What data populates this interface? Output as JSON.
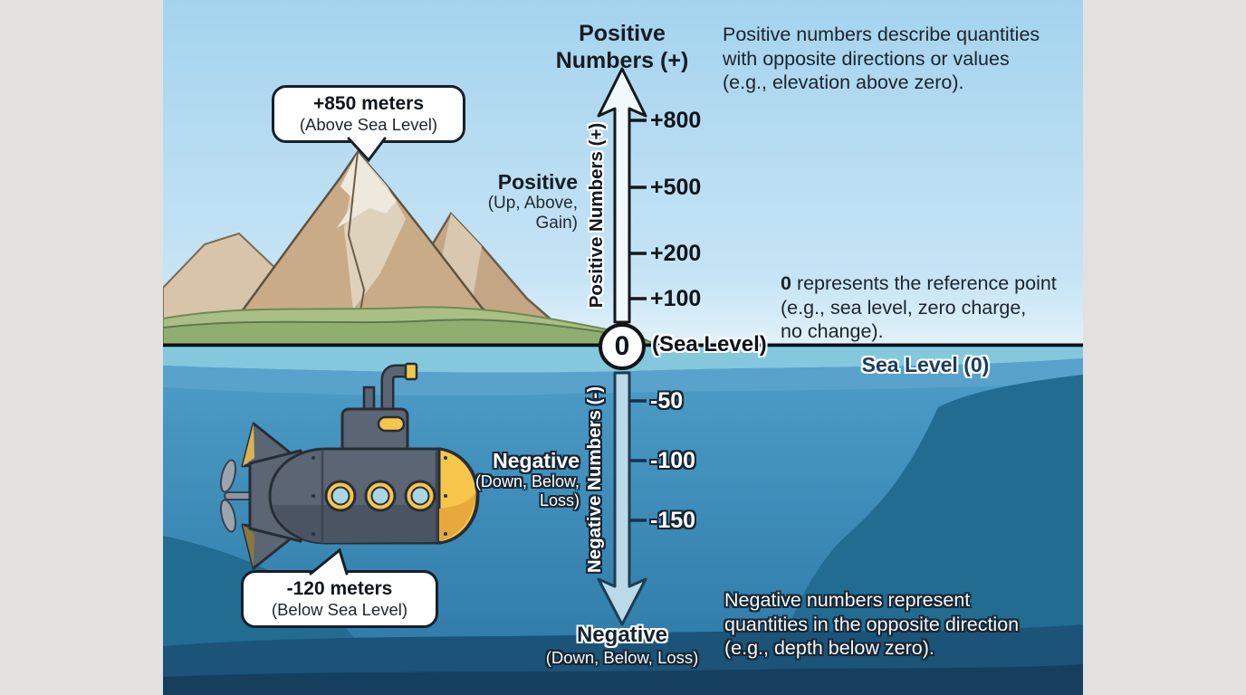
{
  "colors": {
    "frame_bg": "#e2e1e0",
    "sky_top": "#a4d3ee",
    "sky_bottom": "#eef6fb",
    "water_light_band": "#84c8de",
    "water_mid": "#3d8fbd",
    "water_deep": "#1b5379",
    "cliff": "#226c92",
    "arrow_positive_fill": "#f2f9fd",
    "arrow_negative_fill": "#bcd9e8",
    "ink": "#14181d",
    "submarine_body": "#5b6573",
    "submarine_accent": "#f6c64a",
    "mountain_tan": "#c9ab88",
    "mountain_green": "#8fae70"
  },
  "header": {
    "title": "Positive\nNumbers (+)"
  },
  "notes": {
    "positive": "Positive numbers describe quantities\nwith opposite directions or values\n(e.g., elevation above zero).",
    "zero_lead": "0",
    "zero_rest": " represents the reference point\n(e.g., sea level, zero charge,\nno change).",
    "negative": "Negative numbers represent\nquantities in the opposite direction\n(e.g., depth below zero)."
  },
  "callouts": {
    "mountain": {
      "value": "+850 meters",
      "caption": "(Above Sea Level)"
    },
    "submarine": {
      "value": "-120 meters",
      "caption": "(Below Sea Level)"
    }
  },
  "axis": {
    "positive_axis_label": "Positive Numbers (+)",
    "negative_axis_label": "Negative Numbers (-)",
    "zero": "0",
    "zero_caption": "(Sea Level)",
    "sea_level_caption": "Sea Level (0)",
    "positive_ticks": [
      "+800",
      "+500",
      "+200",
      "+100"
    ],
    "negative_ticks": [
      "-50",
      "-100",
      "-150"
    ]
  },
  "labels": {
    "positive_head": "Positive",
    "positive_sub": "(Up, Above,\nGain)",
    "negative_head": "Negative",
    "negative_sub": "(Down, Below,\nLoss)",
    "bottom_head": "Negative",
    "bottom_sub": "(Down, Below, Loss)"
  }
}
